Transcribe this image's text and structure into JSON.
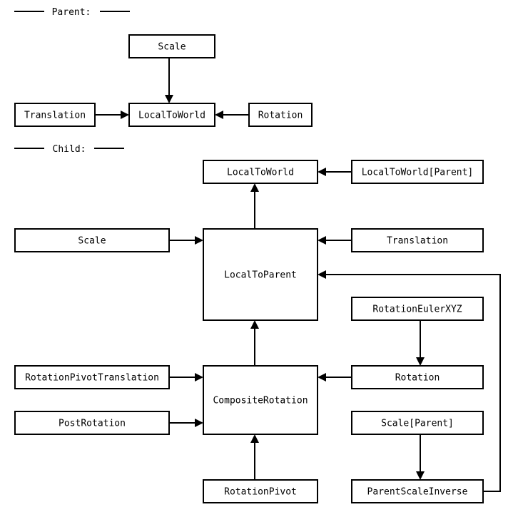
{
  "sections": {
    "parent_label": "Parent:",
    "child_label": "Child:"
  },
  "nodes": {
    "parent_scale": "Scale",
    "parent_translation": "Translation",
    "parent_local_to_world": "LocalToWorld",
    "parent_rotation": "Rotation",
    "child_local_to_world": "LocalToWorld",
    "child_local_to_world_parent": "LocalToWorld[Parent]",
    "child_scale": "Scale",
    "child_local_to_parent": "LocalToParent",
    "child_translation": "Translation",
    "child_rotation_euler_xyz": "RotationEulerXYZ",
    "child_rotation_pivot_translation": "RotationPivotTranslation",
    "child_composite_rotation": "CompositeRotation",
    "child_rotation": "Rotation",
    "child_post_rotation": "PostRotation",
    "child_scale_parent": "Scale[Parent]",
    "child_rotation_pivot": "RotationPivot",
    "child_parent_scale_inverse": "ParentScaleInverse"
  },
  "colors": {
    "stroke": "#000000",
    "fill": "#ffffff",
    "background": "#ffffff"
  }
}
